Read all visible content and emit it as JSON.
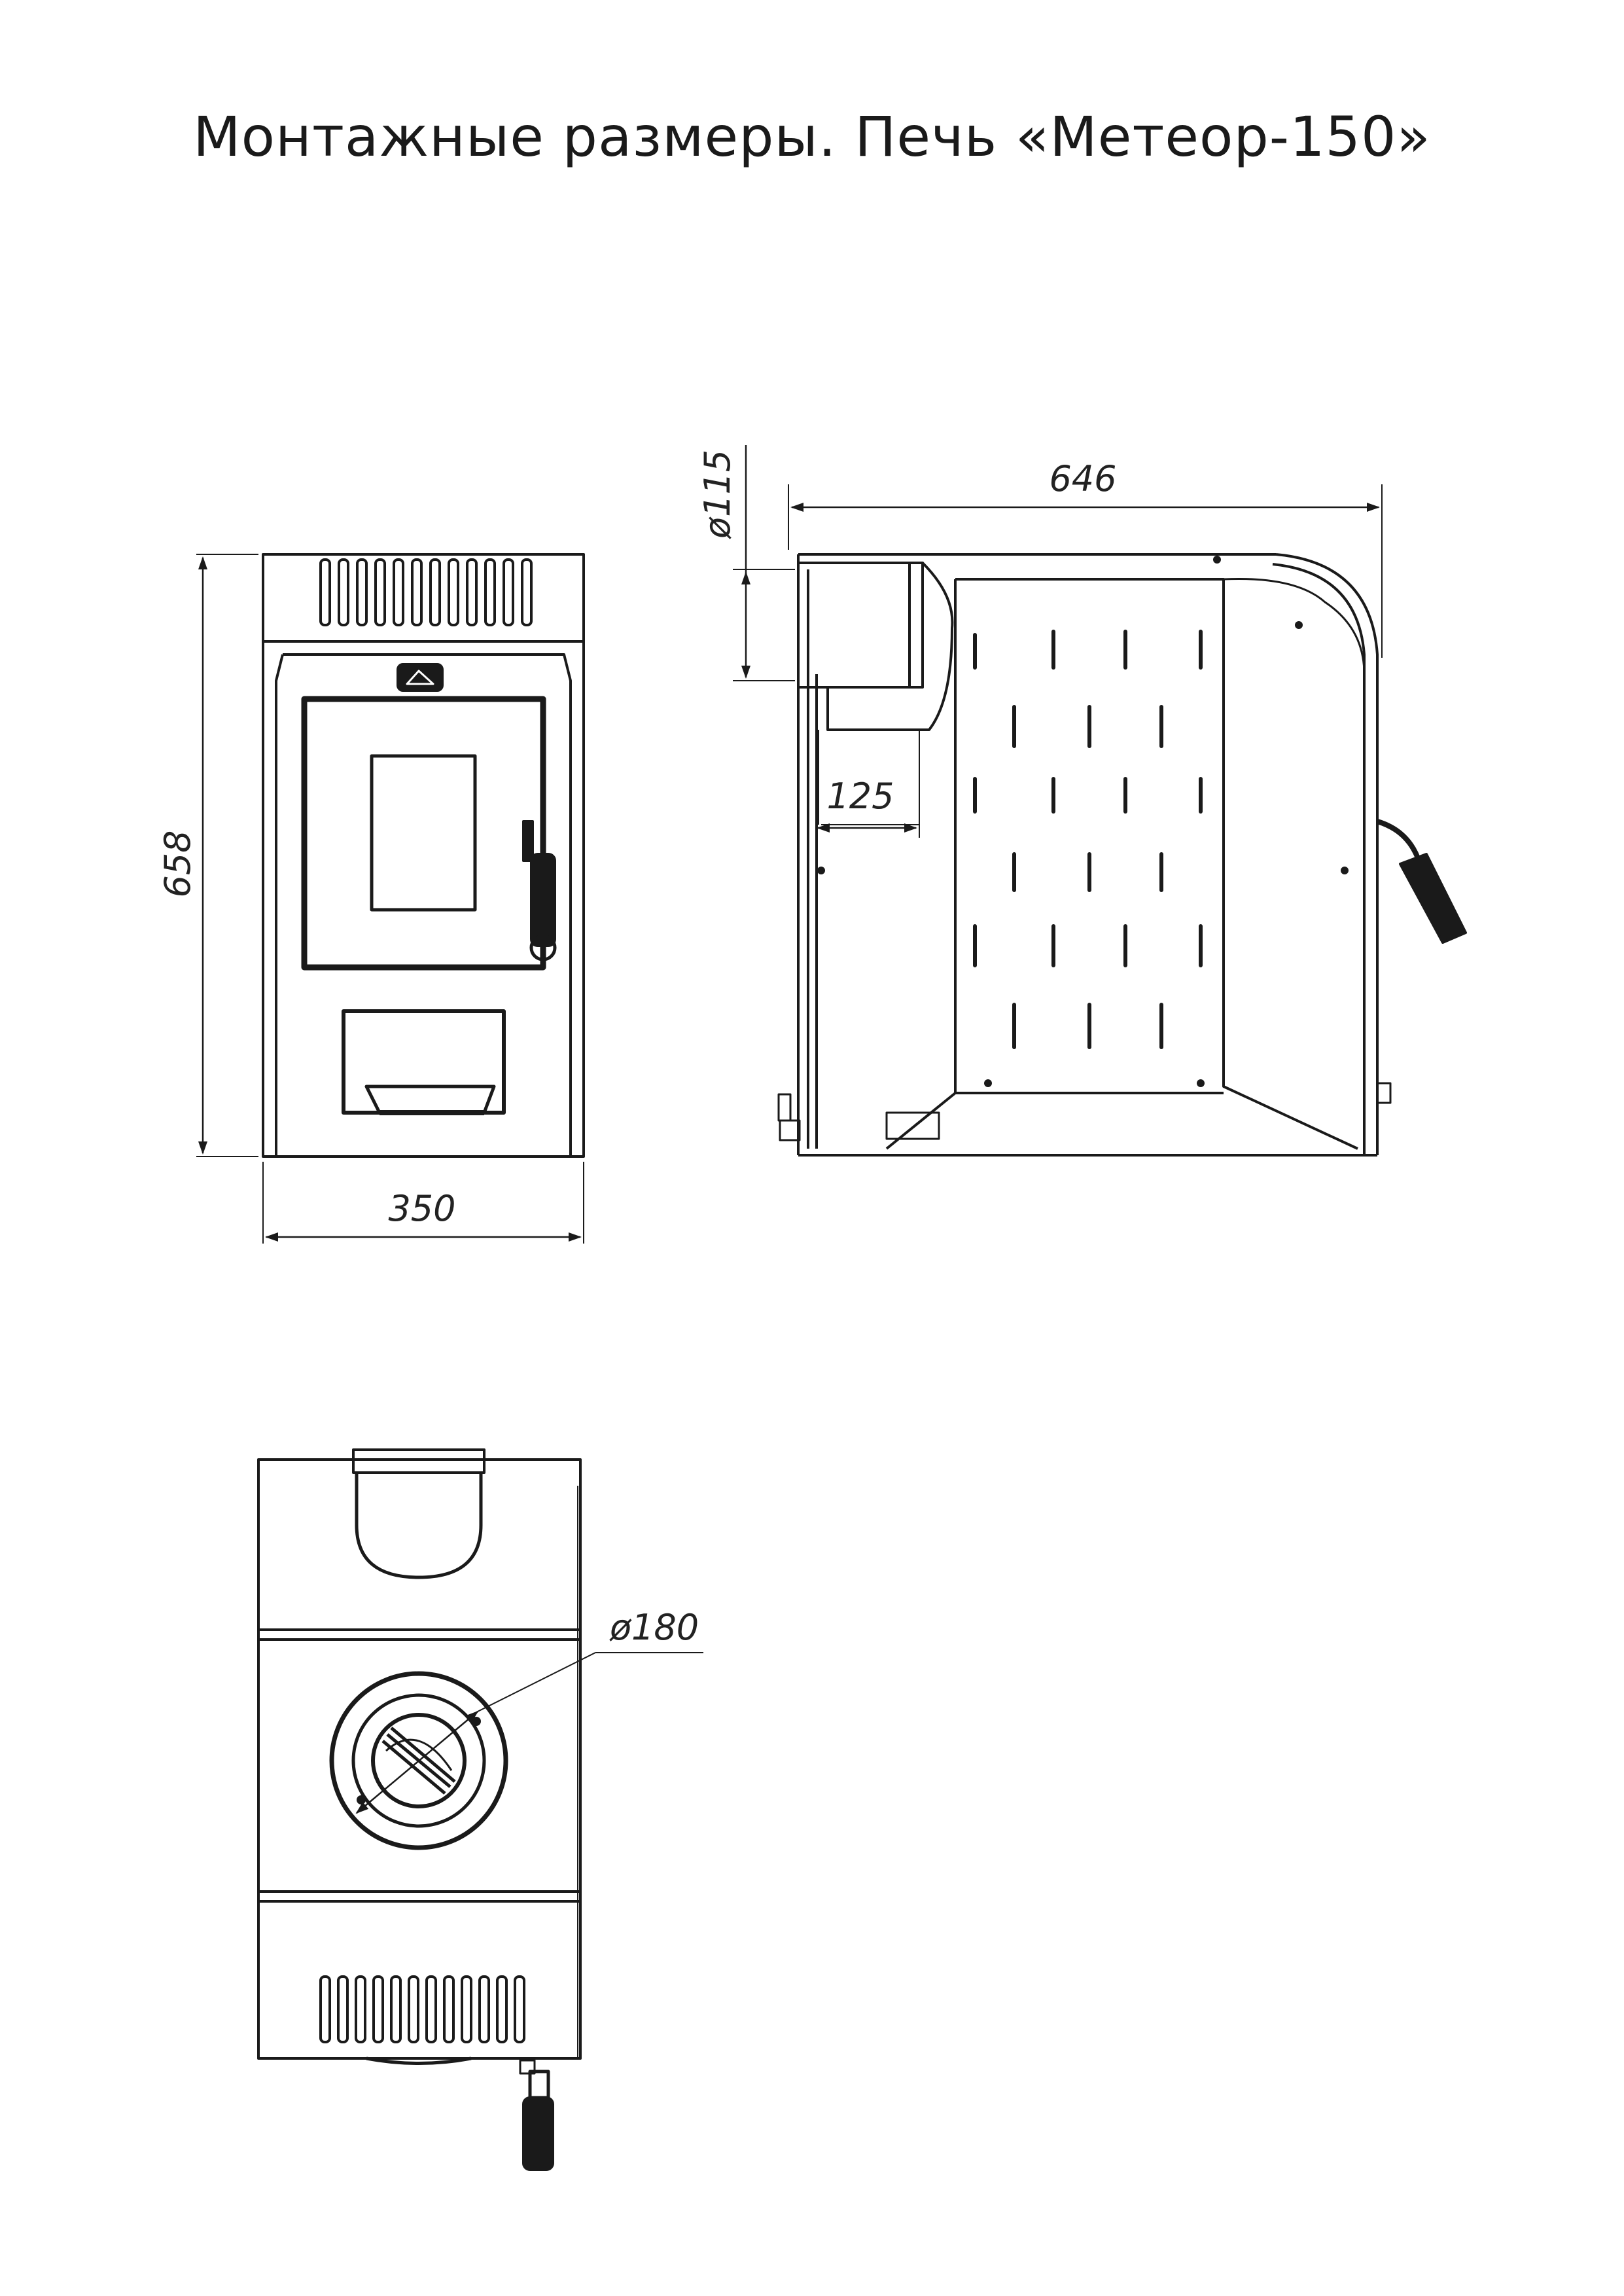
{
  "title": "Монтажные размеры. Печь «Метеор-150»",
  "dimensions": {
    "front_height": "658",
    "front_width": "350",
    "side_depth": "646",
    "flue_diameter_side": "ø115",
    "flue_offset": "125",
    "top_flue_diameter": "ø180"
  }
}
